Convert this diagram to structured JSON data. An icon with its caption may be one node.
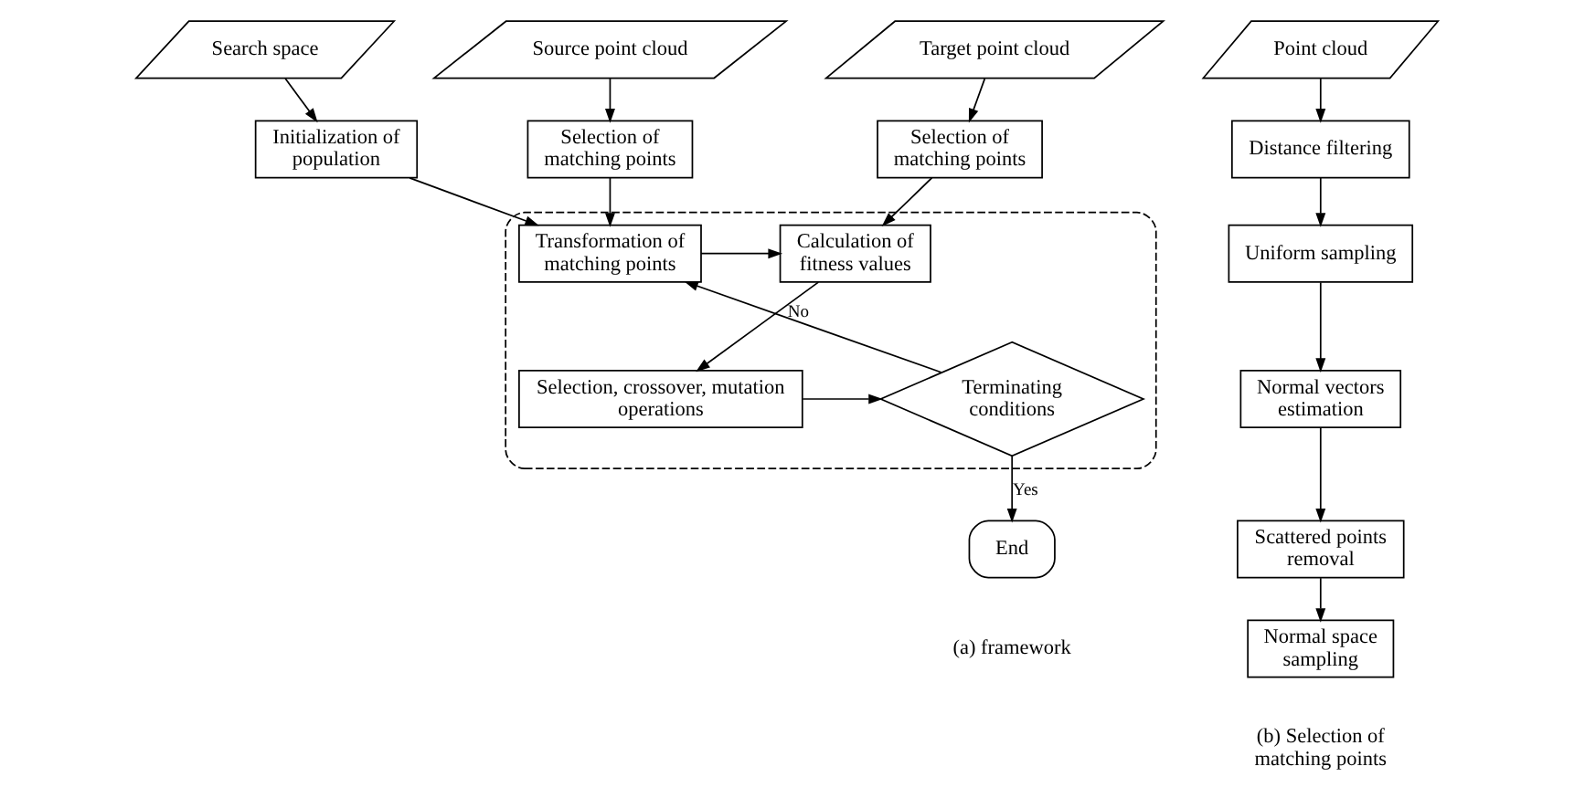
{
  "diagram": {
    "nodes": [
      {
        "text": [
          "Search space"
        ]
      },
      {
        "text": [
          "Source point cloud"
        ]
      },
      {
        "text": [
          "Target point cloud"
        ]
      },
      {
        "text": [
          "Initialization of population"
        ]
      },
      {
        "text": [
          "Selection of matching points"
        ]
      },
      {
        "text": [
          "Selection of matching points"
        ]
      },
      {
        "text": [],
        "shape": "box"
      },
      {
        "text": [
          "Transformation of matching points"
        ],
        "in": 6
      },
      {
        "text": [
          "Calculation of fitness values"
        ],
        "in": 6
      },
      {
        "text": [
          "Selection, crossover, mutation operations"
        ],
        "in": 6
      },
      {
        "text": [
          "Terminating conditions"
        ],
        "in": 6
      },
      {
        "text": [
          "End"
        ]
      },
      {
        "text": [
          "Point cloud"
        ]
      },
      {
        "text": [
          "Distance filtering"
        ]
      },
      {
        "text": [
          "Uniform sampling"
        ]
      },
      {
        "text": [
          "Normal vectors estimation"
        ]
      },
      {
        "text": [
          "Scattered points removal"
        ]
      },
      {
        "text": [
          "Normal space sampling"
        ]
      }
    ],
    "edges": [
      {
        "from": 0,
        "to": 3,
        "arrow": "to"
      },
      {
        "from": 1,
        "to": 4,
        "arrow": "to"
      },
      {
        "from": 2,
        "to": 5,
        "arrow": "to"
      },
      {
        "from": 3,
        "to": 7,
        "arrow": "to"
      },
      {
        "from": 4,
        "to": 7,
        "arrow": "to"
      },
      {
        "from": 5,
        "to": 8,
        "arrow": "to"
      },
      {
        "from": 7,
        "to": 8,
        "arrow": "to"
      },
      {
        "from": 8,
        "to": 9,
        "arrow": "to"
      },
      {
        "from": 9,
        "to": 10,
        "arrow": "to"
      },
      {
        "from": 10,
        "to": 7,
        "arrow": "to",
        "label": "No"
      },
      {
        "from": 10,
        "to": 11,
        "arrow": "to",
        "label": "Yes"
      },
      {
        "from": 12,
        "to": 13,
        "arrow": "to"
      },
      {
        "from": 13,
        "to": 14,
        "arrow": "to"
      },
      {
        "from": 14,
        "to": 15,
        "arrow": "to"
      },
      {
        "from": 15,
        "to": 16,
        "arrow": "to"
      },
      {
        "from": 16,
        "to": 17,
        "arrow": "to"
      }
    ],
    "labels": [
      "(a) framework",
      "(b) Selection of matching points"
    ]
  }
}
